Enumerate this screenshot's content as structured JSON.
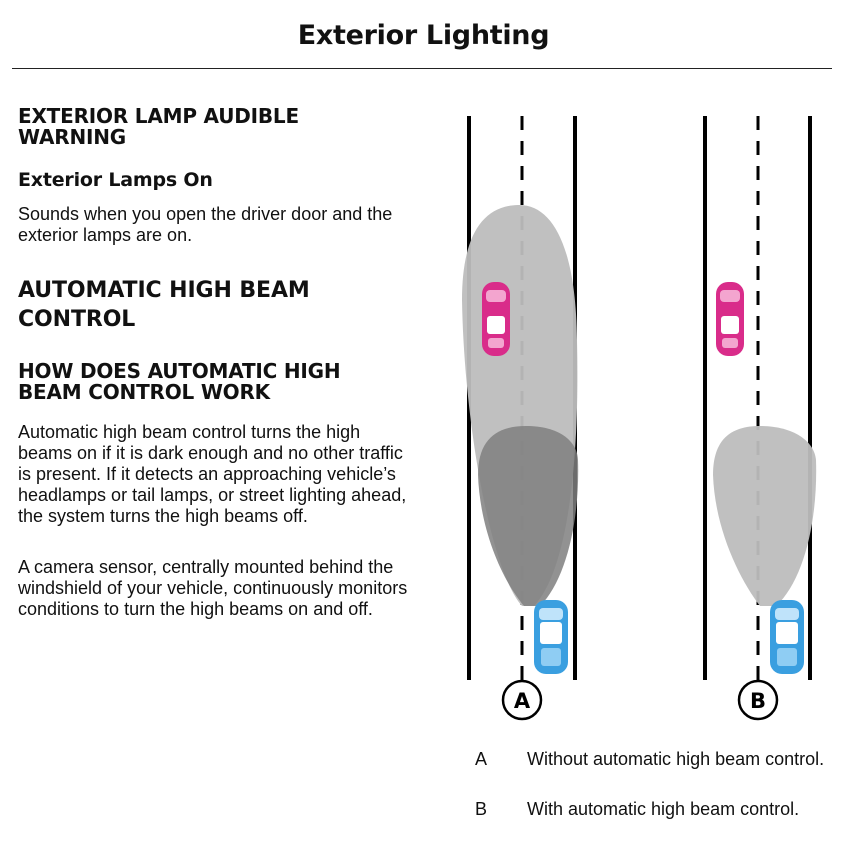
{
  "page": {
    "title": "Exterior Lighting"
  },
  "section_audible": {
    "heading": "EXTERIOR LAMP AUDIBLE WARNING",
    "subheading": "Exterior Lamps On",
    "body": "Sounds when you open the driver door and the exterior lamps are on."
  },
  "section_high_beam": {
    "heading": "AUTOMATIC HIGH BEAM CONTROL"
  },
  "section_how": {
    "heading": "HOW DOES AUTOMATIC HIGH BEAM CONTROL WORK",
    "body1": "Automatic high beam control turns the high beams on if it is dark enough and no other traffic is present. If it detects an approaching vehicle’s headlamps or tail lamps, or street lighting ahead, the system turns the high beams off.",
    "body2": "A camera sensor, centrally mounted behind the windshield of your vehicle, continuously monitors conditions to turn the high beams on and off."
  },
  "figure": {
    "label_a": "A",
    "label_b": "B",
    "colors": {
      "lead_car": "#d92c8a",
      "own_car": "#3a9fe0",
      "low_beam": "#7f7f7f",
      "high_beam": "#bdbdbd"
    }
  },
  "legend": [
    {
      "key": "A",
      "text": "Without automatic high beam control."
    },
    {
      "key": "B",
      "text": "With automatic high beam control."
    }
  ]
}
